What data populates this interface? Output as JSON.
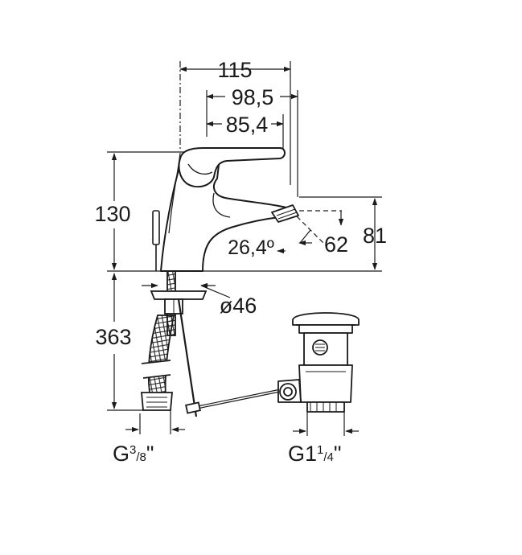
{
  "dimensions": {
    "width_total": "115",
    "width_mid": "98,5",
    "width_inner": "85,4",
    "height_body": "130",
    "height_spout": "81",
    "angle": "26,4º",
    "spout_reach": "62",
    "base_diameter": "ø46",
    "hose_length": "363"
  },
  "threads": {
    "hose_prefix": "G",
    "hose_num": "3",
    "hose_den": "/8",
    "hose_suffix": "\"",
    "waste_prefix": "G1",
    "waste_num": "1",
    "waste_den": "/4",
    "waste_suffix": "\""
  },
  "colors": {
    "line": "#1a1a1a",
    "background": "#ffffff"
  }
}
